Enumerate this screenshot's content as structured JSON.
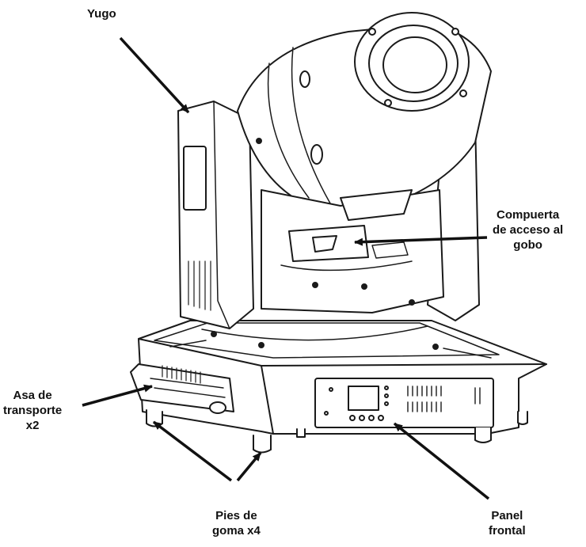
{
  "labels": {
    "yoke": "Yugo",
    "gobo_door": [
      "Compuerta",
      "de acceso al",
      "gobo"
    ],
    "handle": [
      "Asa de",
      "transporte",
      "x2"
    ],
    "feet": [
      "Pies de",
      "goma x4"
    ],
    "panel": [
      "Panel",
      "frontal"
    ]
  },
  "colors": {
    "line": "#1a1a1a",
    "fill": "#ffffff",
    "background": "#ffffff"
  }
}
